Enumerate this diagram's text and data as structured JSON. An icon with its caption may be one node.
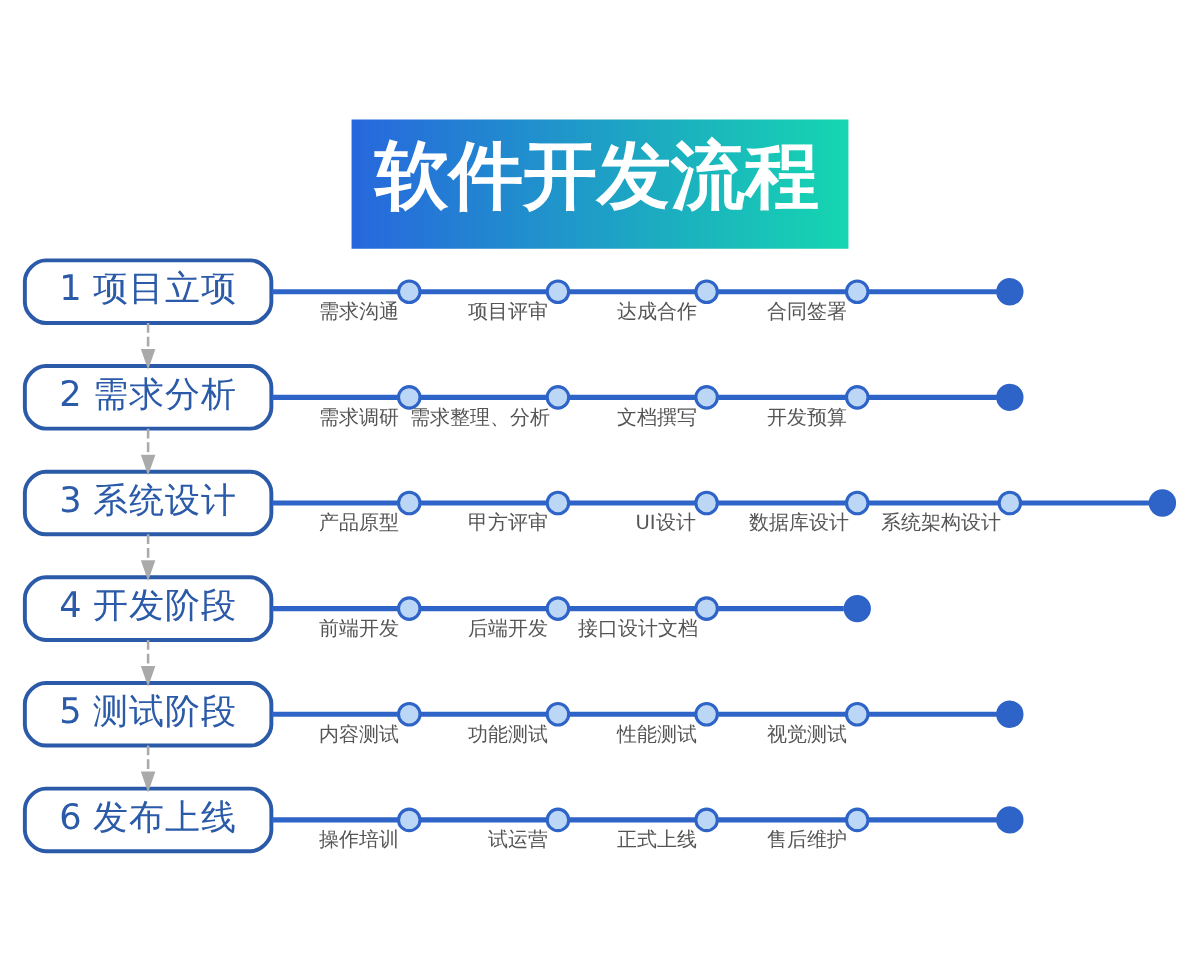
{
  "diagram": {
    "title": "软件开发流程",
    "nodes": [
      {
        "text": [
          "1 项目立项"
        ]
      },
      {
        "text": [],
        "shape": "circle",
        "beside": [
          "需求沟通"
        ]
      },
      {
        "text": [],
        "shape": "circle",
        "beside": [
          "项目评审"
        ]
      },
      {
        "text": [],
        "shape": "circle",
        "beside": [
          "达成合作"
        ]
      },
      {
        "text": [],
        "shape": "circle",
        "beside": [
          "合同签署"
        ]
      },
      {
        "text": [],
        "shape": "circle"
      },
      {
        "text": [
          "2 需求分析"
        ]
      },
      {
        "text": [],
        "shape": "circle",
        "beside": [
          "需求调研"
        ]
      },
      {
        "text": [],
        "shape": "circle",
        "beside": [
          "需求整理、分析"
        ]
      },
      {
        "text": [],
        "shape": "circle",
        "beside": [
          "文档撰写"
        ]
      },
      {
        "text": [],
        "shape": "circle",
        "beside": [
          "开发预算"
        ]
      },
      {
        "text": [],
        "shape": "circle"
      },
      {
        "text": [
          "3 系统设计"
        ]
      },
      {
        "text": [],
        "shape": "circle",
        "beside": [
          "产品原型"
        ]
      },
      {
        "text": [],
        "shape": "circle",
        "beside": [
          "甲方评审"
        ]
      },
      {
        "text": [],
        "shape": "circle",
        "beside": [
          "UI设计"
        ]
      },
      {
        "text": [],
        "shape": "circle",
        "beside": [
          "数据库设计"
        ]
      },
      {
        "text": [],
        "shape": "circle",
        "beside": [
          "系统架构设计"
        ]
      },
      {
        "text": [],
        "shape": "circle"
      },
      {
        "text": [
          "4 开发阶段"
        ]
      },
      {
        "text": [],
        "shape": "circle",
        "beside": [
          "前端开发"
        ]
      },
      {
        "text": [],
        "shape": "circle",
        "beside": [
          "后端开发"
        ]
      },
      {
        "text": [],
        "shape": "circle",
        "beside": [
          "接口设计文档"
        ]
      },
      {
        "text": [],
        "shape": "circle"
      },
      {
        "text": [
          "5 测试阶段"
        ]
      },
      {
        "text": [],
        "shape": "circle",
        "beside": [
          "内容测试"
        ]
      },
      {
        "text": [],
        "shape": "circle",
        "beside": [
          "功能测试"
        ]
      },
      {
        "text": [],
        "shape": "circle",
        "beside": [
          "性能测试"
        ]
      },
      {
        "text": [],
        "shape": "circle",
        "beside": [
          "视觉测试"
        ]
      },
      {
        "text": [],
        "shape": "circle"
      },
      {
        "text": [
          "6 发布上线"
        ]
      },
      {
        "text": [],
        "shape": "circle",
        "beside": [
          "操作培训"
        ]
      },
      {
        "text": [],
        "shape": "circle",
        "beside": [
          "试运营"
        ]
      },
      {
        "text": [],
        "shape": "circle",
        "beside": [
          "正式上线"
        ]
      },
      {
        "text": [],
        "shape": "circle",
        "beside": [
          "售后维护"
        ]
      },
      {
        "text": [],
        "shape": "circle"
      }
    ],
    "edges": [
      {
        "from": 0,
        "to": 1,
        "arrow": "none"
      },
      {
        "from": 1,
        "to": 2,
        "arrow": "none"
      },
      {
        "from": 2,
        "to": 3,
        "arrow": "none"
      },
      {
        "from": 3,
        "to": 4,
        "arrow": "none"
      },
      {
        "from": 4,
        "to": 5,
        "arrow": "none"
      },
      {
        "from": 0,
        "to": 6,
        "arrow": "to",
        "style": "dashed",
        "color": "#aaaaaa"
      },
      {
        "from": 6,
        "to": 7,
        "arrow": "none"
      },
      {
        "from": 7,
        "to": 8,
        "arrow": "none"
      },
      {
        "from": 8,
        "to": 9,
        "arrow": "none"
      },
      {
        "from": 9,
        "to": 10,
        "arrow": "none"
      },
      {
        "from": 10,
        "to": 11,
        "arrow": "none"
      },
      {
        "from": 6,
        "to": 12,
        "arrow": "to",
        "style": "dashed",
        "color": "#aaaaaa"
      },
      {
        "from": 12,
        "to": 13,
        "arrow": "none"
      },
      {
        "from": 13,
        "to": 14,
        "arrow": "none"
      },
      {
        "from": 14,
        "to": 15,
        "arrow": "none"
      },
      {
        "from": 15,
        "to": 16,
        "arrow": "none"
      },
      {
        "from": 16,
        "to": 17,
        "arrow": "none"
      },
      {
        "from": 17,
        "to": 18,
        "arrow": "none"
      },
      {
        "from": 12,
        "to": 19,
        "arrow": "to",
        "style": "dashed",
        "color": "#aaaaaa"
      },
      {
        "from": 19,
        "to": 20,
        "arrow": "none"
      },
      {
        "from": 20,
        "to": 21,
        "arrow": "none"
      },
      {
        "from": 21,
        "to": 22,
        "arrow": "none"
      },
      {
        "from": 22,
        "to": 23,
        "arrow": "none"
      },
      {
        "from": 19,
        "to": 24,
        "arrow": "to",
        "style": "dashed",
        "color": "#aaaaaa"
      },
      {
        "from": 24,
        "to": 25,
        "arrow": "none"
      },
      {
        "from": 25,
        "to": 26,
        "arrow": "none"
      },
      {
        "from": 26,
        "to": 27,
        "arrow": "none"
      },
      {
        "from": 27,
        "to": 28,
        "arrow": "none"
      },
      {
        "from": 28,
        "to": 29,
        "arrow": "none"
      },
      {
        "from": 24,
        "to": 30,
        "arrow": "to",
        "style": "dashed",
        "color": "#aaaaaa"
      },
      {
        "from": 30,
        "to": 31,
        "arrow": "none"
      },
      {
        "from": 31,
        "to": 32,
        "arrow": "none"
      },
      {
        "from": 32,
        "to": 33,
        "arrow": "none"
      },
      {
        "from": 33,
        "to": 34,
        "arrow": "none"
      },
      {
        "from": 34,
        "to": 35,
        "arrow": "none"
      }
    ]
  }
}
